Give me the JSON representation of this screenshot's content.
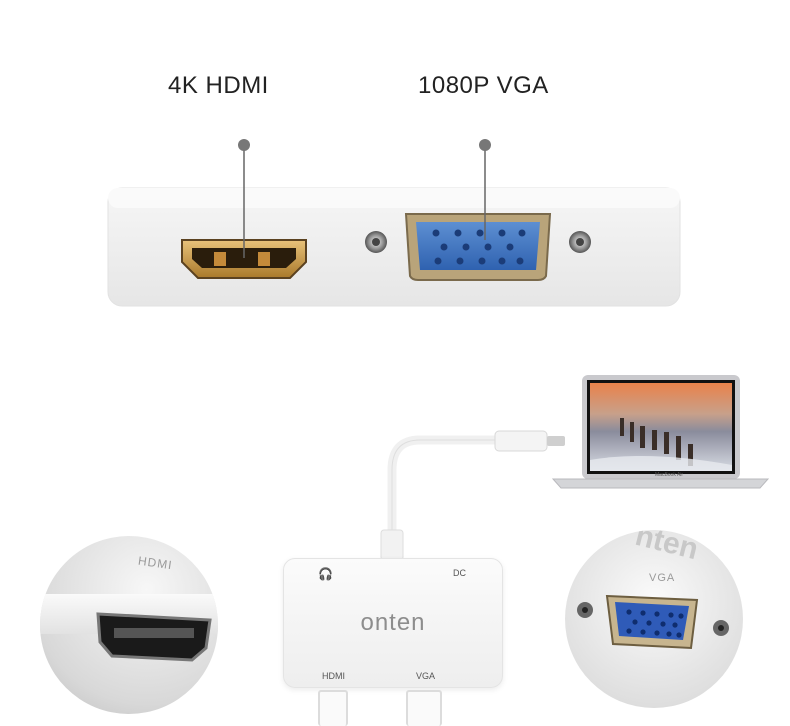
{
  "labels": {
    "hdmi_port": "4K HDMI",
    "vga_port": "1080P VGA"
  },
  "device": {
    "brand": "onten",
    "port_dc": "DC",
    "port_hdmi": "HDMI",
    "port_vga": "VGA"
  },
  "closeups": {
    "hdmi_text": "HDMI",
    "vga_text": "VGA",
    "brand_fragment": "nten"
  },
  "laptop": {
    "model_text": "MacBook Air"
  }
}
